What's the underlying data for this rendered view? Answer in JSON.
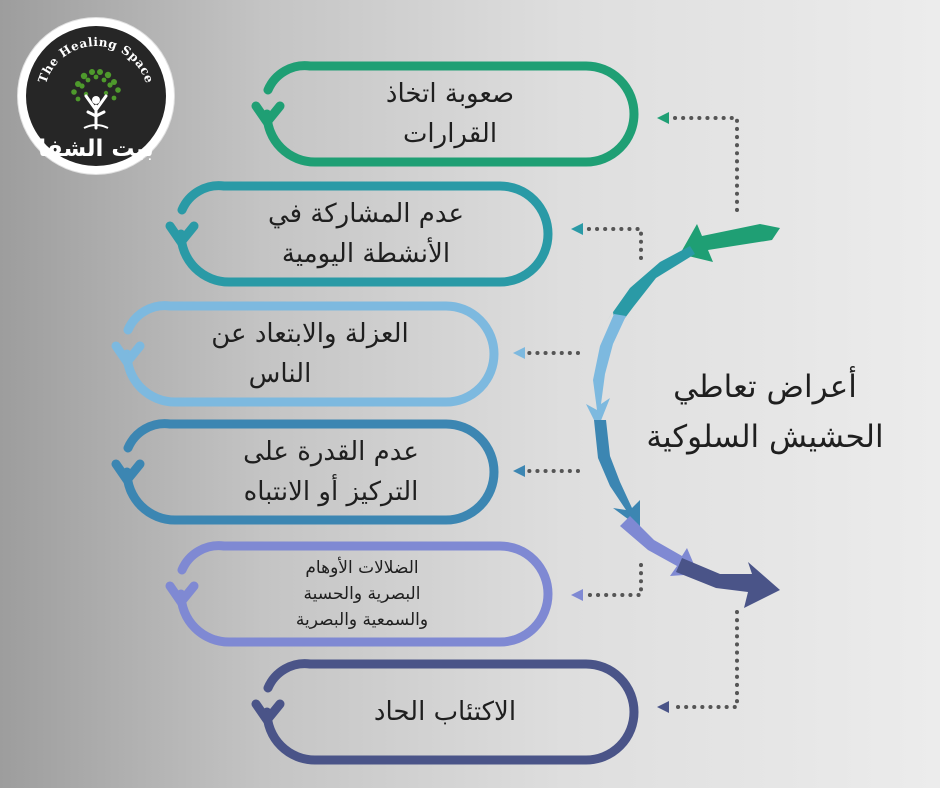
{
  "logo": {
    "english": "The Healing Space",
    "arabic": "بيت الشفا"
  },
  "title": {
    "line1": "أعراض تعاطي",
    "line2": "الحشيش السلوكية"
  },
  "symptoms": [
    {
      "line1": "صعوبة اتخاذ",
      "line2": "القرارات",
      "color": "#1f9f74"
    },
    {
      "line1": "عدم المشاركة في",
      "line2": "الأنشطة اليومية",
      "color": "#2a9aa6"
    },
    {
      "line1": "العزلة والابتعاد عن",
      "line2": "الناس",
      "color": "#7db9df"
    },
    {
      "line1": "عدم القدرة على",
      "line2": "التركيز أو الانتباه",
      "color": "#3c86b2"
    },
    {
      "line1": "الضلالات الأوهام",
      "line2": "البصرية والحسية",
      "line3": "والسمعية والبصرية",
      "color": "#7f89d3"
    },
    {
      "line1": "الاكتئاب الحاد",
      "color": "#4a5488"
    }
  ],
  "colors": {
    "logo_circle": "#262626",
    "tree": "#4e9a2c",
    "connector": "#555555"
  }
}
